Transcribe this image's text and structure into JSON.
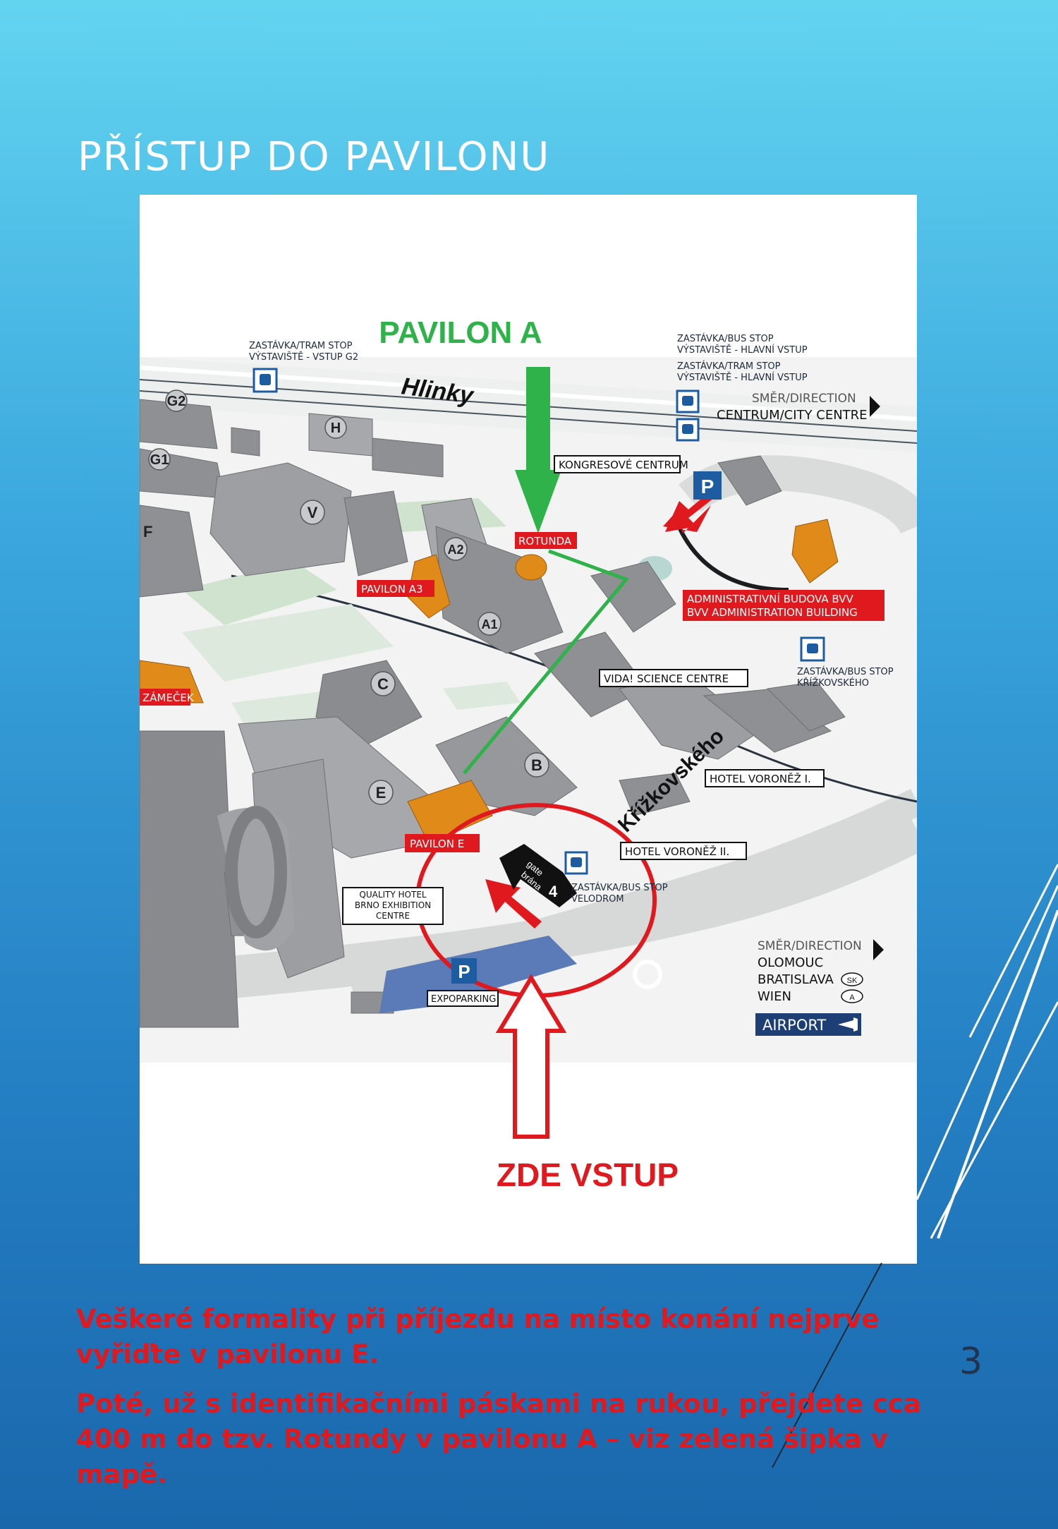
{
  "page": {
    "title": "PŘÍSTUP DO PAVILONU",
    "page_number": "3",
    "colors": {
      "background_top": "#63d4f0",
      "background_bottom": "#1a67ac",
      "note_text": "#e0191e",
      "route_green": "#2fb24a",
      "highlight_red": "#e0191e"
    }
  },
  "map": {
    "headline_pavilon": "PAVILON A",
    "entry_label": "ZDE VSTUP",
    "streets": {
      "hlinky": "Hlinky",
      "krizkovskeho": "Křížkovského"
    },
    "stops": {
      "tram_g2_line1": "ZASTÁVKA/TRAM STOP",
      "tram_g2_line2": "VÝSTAVIŠTĚ - VSTUP G2",
      "main_bus_line1": "ZASTÁVKA/BUS STOP",
      "main_bus_line2": "VÝSTAVIŠTĚ - HLAVNÍ VSTUP",
      "main_tram_line1": "ZASTÁVKA/TRAM STOP",
      "main_tram_line2": "VÝSTAVIŠTĚ - HLAVNÍ VSTUP",
      "krizk_line1": "ZASTÁVKA/BUS STOP",
      "krizk_line2": "KŘÍŽKOVSKÉHO",
      "velodrom_line1": "ZASTÁVKA/BUS STOP",
      "velodrom_line2": "VELODROM"
    },
    "direction_centre": {
      "line1": "SMĚR/DIRECTION",
      "line2": "CENTRUM/CITY CENTRE"
    },
    "direction_south": {
      "line1": "SMĚR/DIRECTION",
      "line2": "OLOMOUC",
      "line3": "BRATISLAVA",
      "line4": "WIEN",
      "badge_sk": "SK",
      "badge_a": "A"
    },
    "airport": "AIRPORT",
    "pavilions": [
      "G2",
      "G1",
      "H",
      "V",
      "F",
      "A2",
      "A1",
      "C",
      "E",
      "B"
    ],
    "labels": {
      "kongres": "KONGRESOVÉ CENTRUM",
      "rotunda": "ROTUNDA",
      "pavilon_a3": "PAVILON A3",
      "admin_line1": "ADMINISTRATIVNÍ BUDOVA BVV",
      "admin_line2": "BVV ADMINISTRATION BUILDING",
      "vida": "VIDA! SCIENCE CENTRE",
      "hotel_voronez_1": "HOTEL VORONĚŽ I.",
      "hotel_voronez_2": "HOTEL VORONĚŽ II.",
      "pavilon_e": "PAVILON E",
      "quality_line1": "QUALITY HOTEL",
      "quality_line2": "BRNO EXHIBITION",
      "quality_line3": "CENTRE",
      "zamecek": "ZÁMEČEK",
      "expoparking": "EXPOPARKING",
      "parking_icon": "P",
      "gate_line1": "gate",
      "gate_line2": "brána",
      "gate_number": "4"
    }
  },
  "notes": [
    "Veškeré formality při příjezdu na místo konání nejprve vyřiďte v pavilonu E.",
    "Poté, už s identifikačními páskami na rukou, přejdete cca 400 m do tzv. Rotundy v pavilonu A – viz zelená šipka v mapě."
  ]
}
